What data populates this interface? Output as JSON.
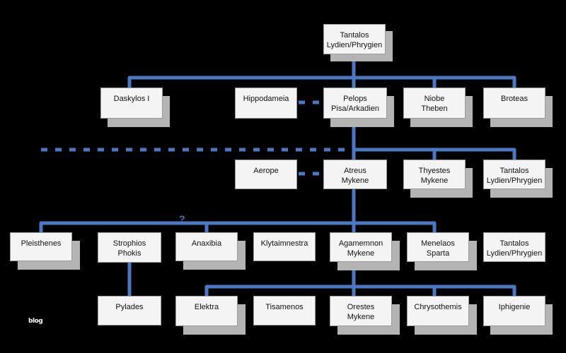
{
  "nodes": {
    "tantalos_top": [
      "Tantalos",
      "Lydien/Phrygien"
    ],
    "daskylos": [
      "Daskylos I"
    ],
    "hippodameia": [
      "Hippodameia"
    ],
    "pelops": [
      "Pelops",
      "Pisa/Arkadien"
    ],
    "niobe": [
      "Niobe",
      "Theben"
    ],
    "broteas": [
      "Broteas"
    ],
    "aerope": [
      "Aerope"
    ],
    "atreus": [
      "Atreus",
      "Mykene"
    ],
    "thyestes": [
      "Thyestes",
      "Mykene"
    ],
    "tantalos_2": [
      "Tantalos",
      "Lydien/Phrygien"
    ],
    "pleisthenes": [
      "Pleisthenes"
    ],
    "strophios": [
      "Strophios",
      "Phokis"
    ],
    "anaxibia": [
      "Anaxibia"
    ],
    "klytaimnestra": [
      "Klytaimnestra"
    ],
    "agamemnon": [
      "Agamemnon",
      "Mykene"
    ],
    "menelaos": [
      "Menelaos",
      "Sparta"
    ],
    "tantalos_3": [
      "Tantalos",
      "Lydien/Phrygien"
    ],
    "pylades": [
      "Pylades"
    ],
    "elektra": [
      "Elektra"
    ],
    "tisamenos": [
      "Tisamenos"
    ],
    "orestes": [
      "Orestes",
      "Mykene"
    ],
    "chrysothemis": [
      "Chrysothemis"
    ],
    "iphigenie": [
      "Iphigenie"
    ]
  },
  "question_mark": "?",
  "watermark": "blog",
  "colors": {
    "background": "#000000",
    "connector": "#4a78c2",
    "box": "#f4f4f4",
    "shadow": "#b4b4b4"
  }
}
